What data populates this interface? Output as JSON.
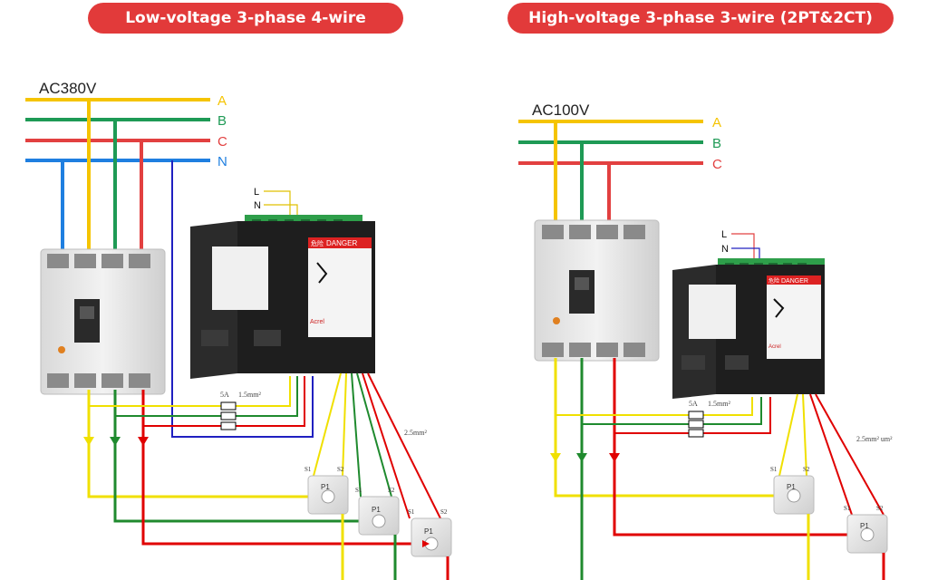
{
  "left": {
    "title": "Low-voltage 3-phase 4-wire",
    "source": "AC380V",
    "phases": [
      "A",
      "B",
      "C",
      "N"
    ],
    "aux": [
      "L",
      "N"
    ],
    "fuse": "5A",
    "wire_small": "1.5mm²",
    "wire_ct": "2.5mm²",
    "ct": {
      "s1": "S1",
      "s2": "S2",
      "p1": "P1"
    }
  },
  "right": {
    "title": "High-voltage 3-phase 3-wire (2PT&2CT)",
    "source": "AC100V",
    "phases": [
      "A",
      "B",
      "C"
    ],
    "aux": [
      "L",
      "N"
    ],
    "fuse": "5A",
    "wire_small": "1.5mm²",
    "wire_ct": "2.5mm² um²",
    "ct": {
      "s1": "S1",
      "s2": "S2",
      "p1": "P1"
    }
  },
  "meter": {
    "danger": "DANGER",
    "warning_cn": "危险",
    "brand": "Acrel"
  },
  "colors": {
    "pill": "#e23a3a",
    "A": "#f5c400",
    "B": "#1e9a55",
    "C": "#e24040",
    "N": "#1f7fe0",
    "ct_yellow": "#f0e000",
    "ct_green": "#1f8a2e",
    "ct_red": "#e00000",
    "blue_dark": "#2020c0"
  }
}
